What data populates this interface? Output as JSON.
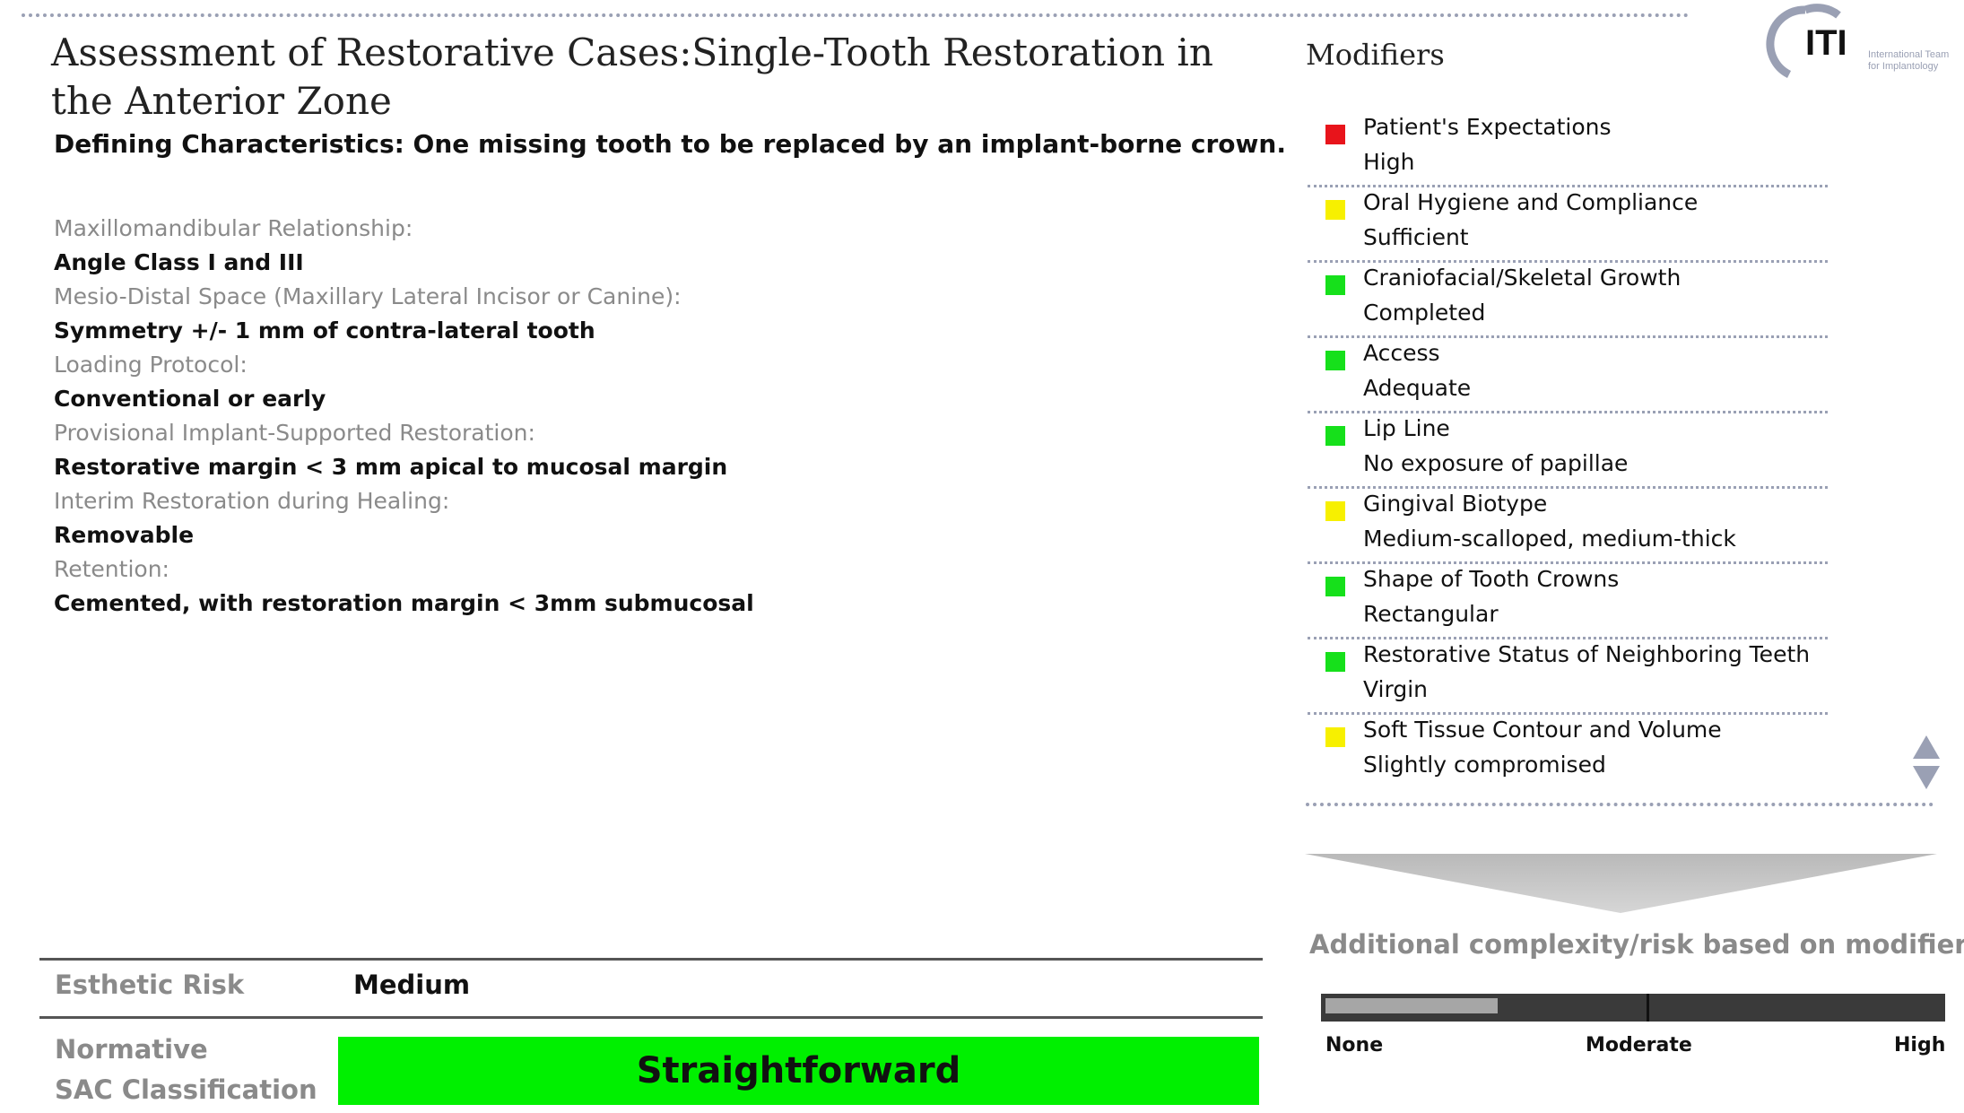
{
  "header": {
    "title": "Assessment of Restorative Cases:Single-Tooth Restoration in the Anterior Zone",
    "subtitle": "Defining Characteristics: One missing tooth to be replaced by an implant-borne crown."
  },
  "specs": [
    {
      "label": "Maxillomandibular Relationship:",
      "value": "Angle Class I and III"
    },
    {
      "label": "Mesio-Distal Space (Maxillary Lateral Incisor or Canine):",
      "value": "Symmetry +/- 1 mm of contra-lateral tooth"
    },
    {
      "label": "Loading Protocol:",
      "value": "Conventional or early"
    },
    {
      "label": "Provisional Implant-Supported Restoration:",
      "value": "Restorative margin < 3 mm apical to mucosal margin"
    },
    {
      "label": "Interim Restoration during Healing:",
      "value": "Removable"
    },
    {
      "label": "Retention:",
      "value": "Cemented, with restoration margin < 3mm submucosal"
    }
  ],
  "modifiers": {
    "heading": "Modifiers",
    "items": [
      {
        "name": "Patient's Expectations",
        "value": "High",
        "color": "#e8141b"
      },
      {
        "name": "Oral Hygiene and Compliance",
        "value": "Sufficient",
        "color": "#f7f000"
      },
      {
        "name": "Craniofacial/Skeletal Growth",
        "value": "Completed",
        "color": "#16e01b"
      },
      {
        "name": "Access",
        "value": "Adequate",
        "color": "#16e01b"
      },
      {
        "name": "Lip Line",
        "value": "No exposure of papillae",
        "color": "#16e01b"
      },
      {
        "name": "Gingival Biotype",
        "value": "Medium-scalloped, medium-thick",
        "color": "#f7f000"
      },
      {
        "name": "Shape of Tooth Crowns",
        "value": "Rectangular",
        "color": "#16e01b"
      },
      {
        "name": "Restorative Status of Neighboring Teeth",
        "value": "Virgin",
        "color": "#16e01b"
      },
      {
        "name": "Soft Tissue Contour and Volume",
        "value": "Slightly compromised",
        "color": "#f7f000"
      }
    ]
  },
  "logo": {
    "text": "ITI",
    "line1": "International Team",
    "line2": "for Implantology",
    "color": "#9aa0b4"
  },
  "complexity": {
    "label": "Additional complexity/risk based on modifiers",
    "level": 0.28,
    "scale": [
      "None",
      "Moderate",
      "High"
    ]
  },
  "esthetic_risk": {
    "label": "Esthetic Risk",
    "value": "Medium"
  },
  "classification": {
    "label_line1": "Normative",
    "label_line2": "SAC Classification",
    "value": "Straightforward",
    "color": "#00f000"
  }
}
